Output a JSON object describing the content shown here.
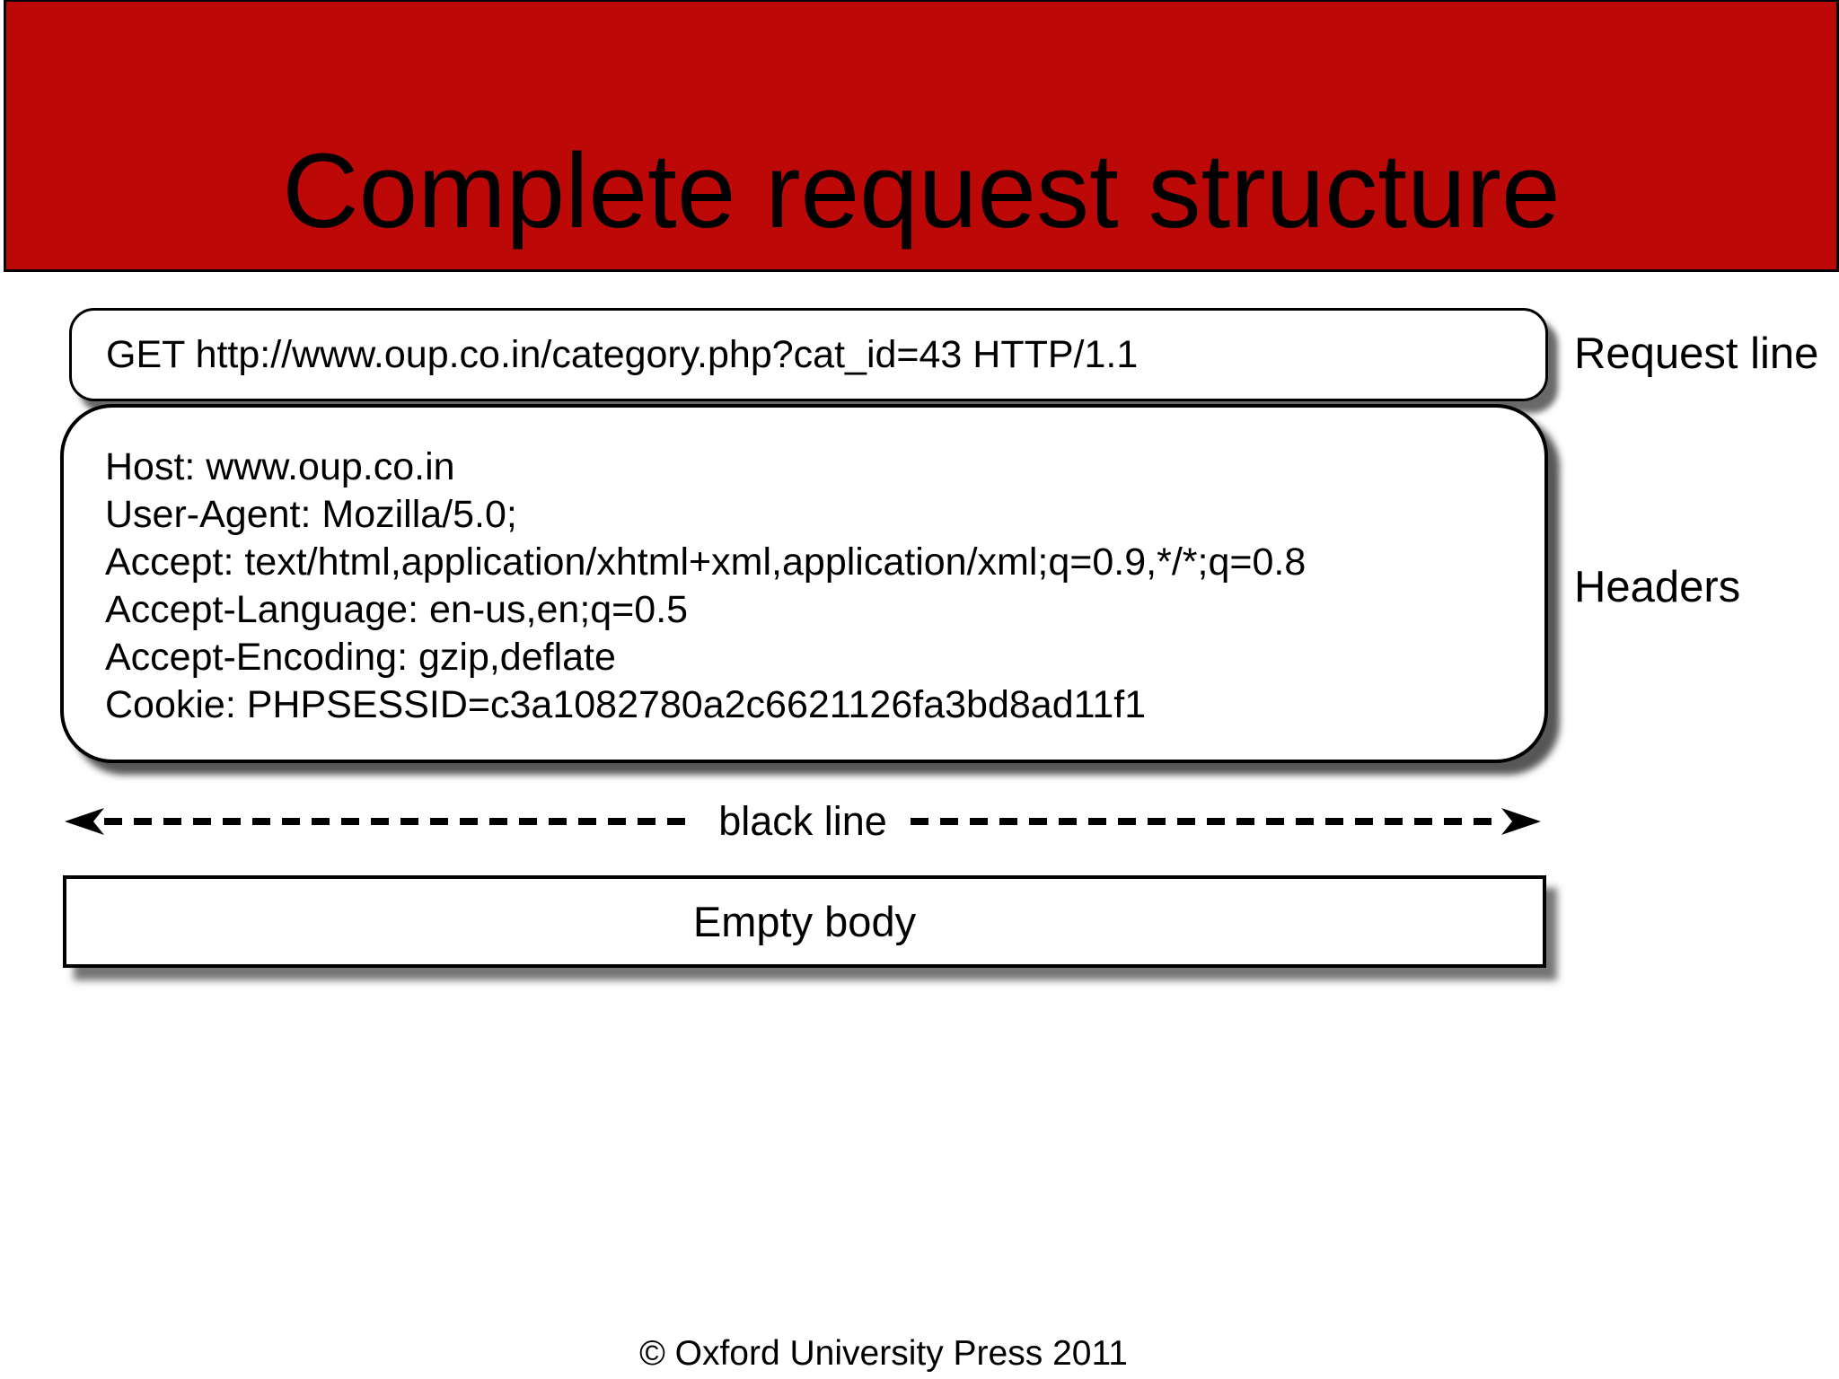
{
  "slide": {
    "title": "Complete request structure",
    "footer": "© Oxford University Press 2011",
    "colors": {
      "banner_red": "#BD0808",
      "border_black": "#000000",
      "background_white": "#FFFFFF"
    }
  },
  "request_line": {
    "text": "GET http://www.oup.co.in/category.php?cat_id=43 HTTP/1.1",
    "label": "Request line"
  },
  "headers": {
    "label": "Headers",
    "lines": [
      "Host: www.oup.co.in",
      "User-Agent: Mozilla/5.0;",
      "Accept: text/html,application/xhtml+xml,application/xml;q=0.9,*/*;q=0.8",
      "Accept-Language: en-us,en;q=0.5",
      "Accept-Encoding: gzip,deflate",
      "Cookie: PHPSESSID=c3a1082780a2c6621126fa3bd8ad11f1"
    ]
  },
  "separator": {
    "label": "black line",
    "left_icon": "arrow-left-icon",
    "right_icon": "arrow-right-icon"
  },
  "body": {
    "text": "Empty body"
  }
}
